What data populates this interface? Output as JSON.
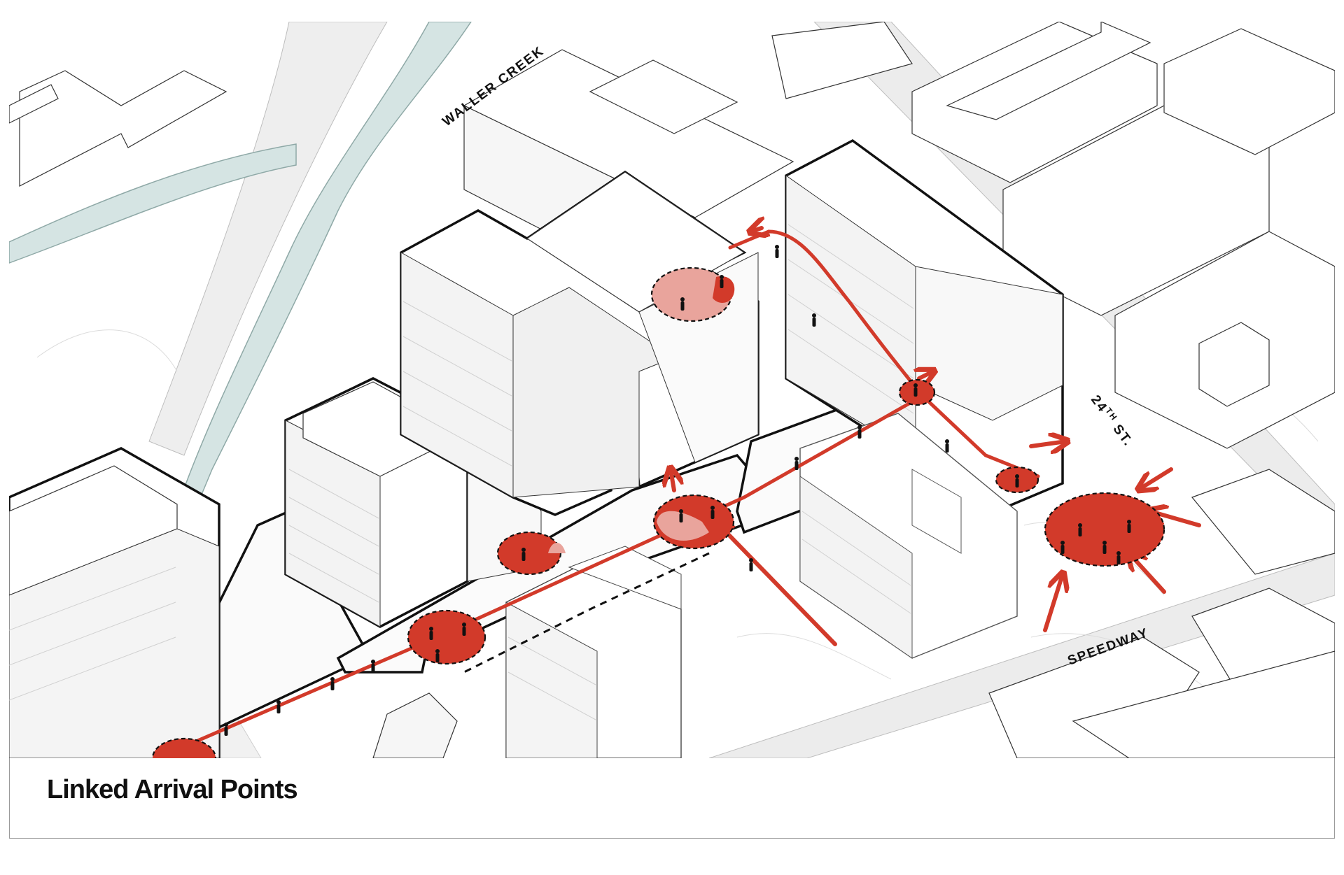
{
  "caption": "Linked Arrival Points",
  "labels": {
    "creek": "WALLER CREEK",
    "street_24th_num": "24",
    "street_24th_sup": "TH",
    "street_24th_suffix": " ST.",
    "speedway": "SPEEDWAY"
  },
  "colors": {
    "accent_red": "#d23a2a",
    "red_light": "#e9a49c",
    "water": "#d5e4e3",
    "road": "#ececec",
    "building_fill": "#ffffff",
    "building_side": "#f3f3f3",
    "ink": "#111111"
  },
  "icons": [
    "pedestrian-figure",
    "arrow-head"
  ]
}
